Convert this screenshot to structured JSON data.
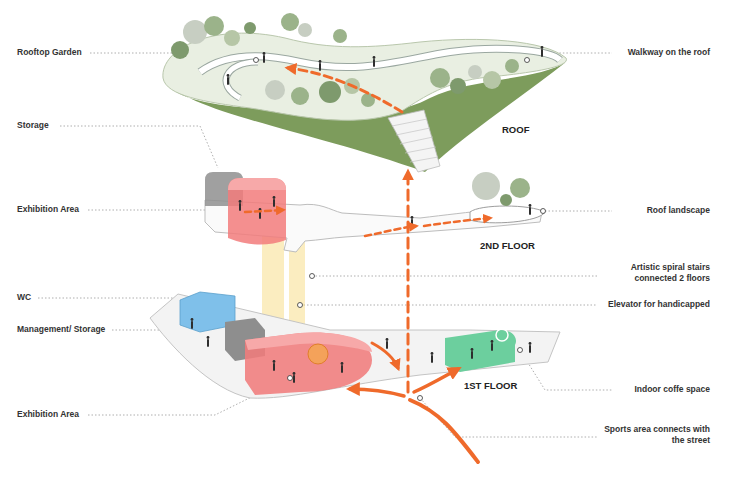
{
  "diagram": {
    "labels": [
      "Rooftop Garden",
      "Storage",
      "Exhibition Area",
      "WC",
      "Management/ Storage",
      "Exhibition Area",
      "Walkway on the roof",
      "ROOF",
      "Roof landscape",
      "2ND FLOOR",
      "Artistic spiral stairs connected 2 floors",
      "Elevator for handicapped",
      "1ST FLOOR",
      "Indoor coffe space",
      "Sports area connects with the street"
    ]
  }
}
